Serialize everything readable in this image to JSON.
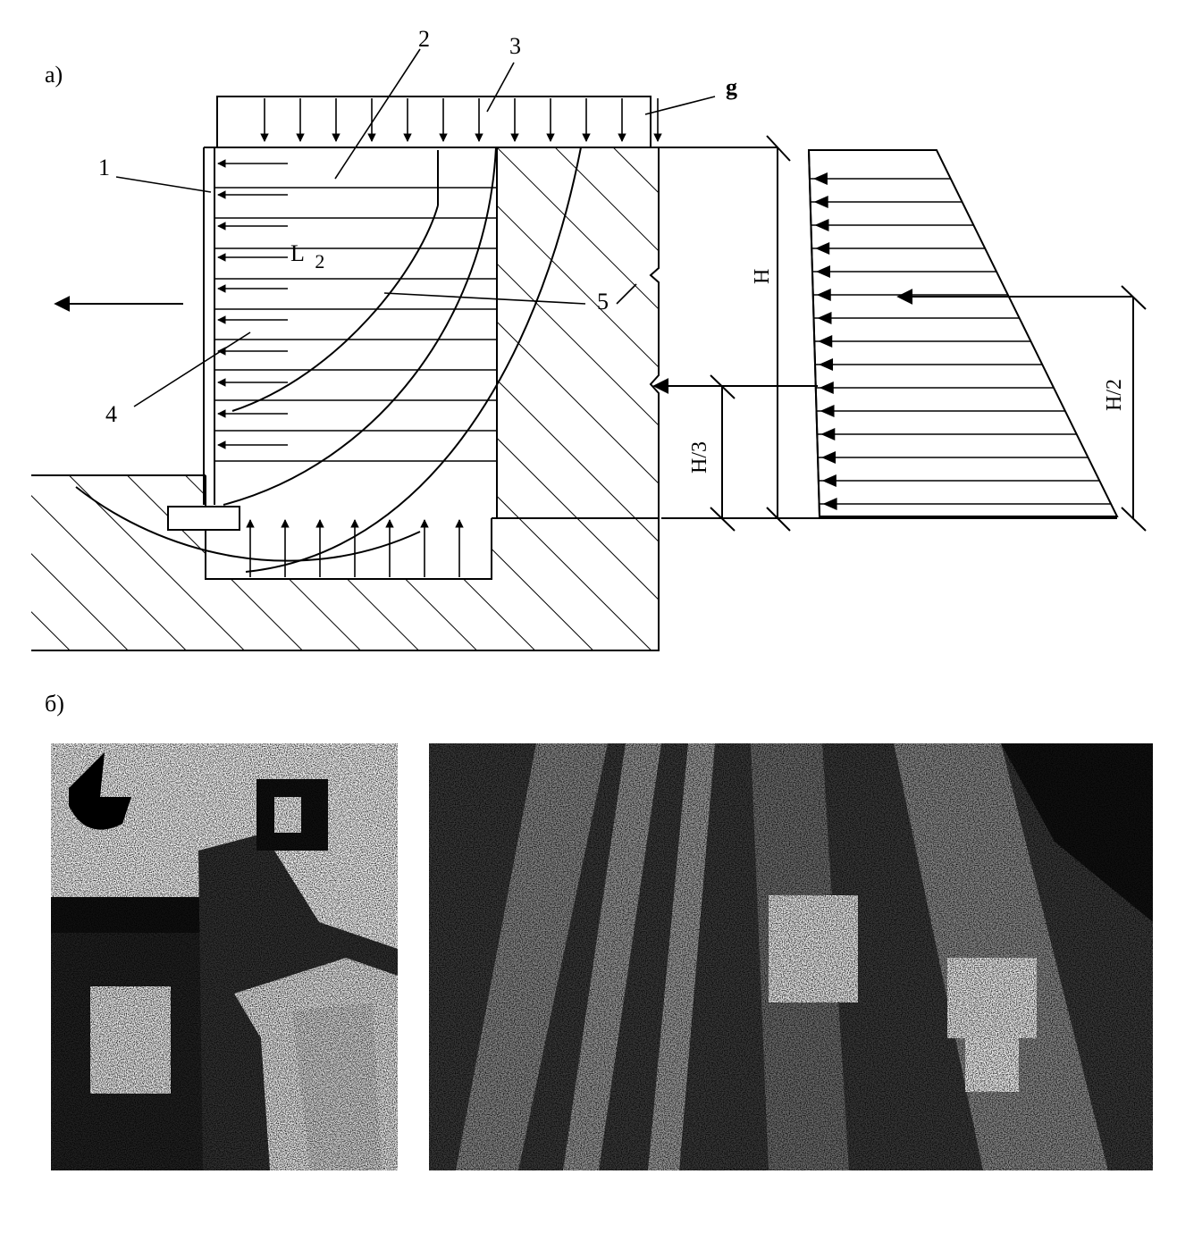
{
  "figure": {
    "panel_a_label": "а)",
    "panel_b_label": "б)"
  },
  "diagram": {
    "callouts": [
      "1",
      "2",
      "3",
      "4",
      "5"
    ],
    "surcharge_label": "g",
    "strip_length_label": "L",
    "strip_length_subscript": "2",
    "dimension_height": "H",
    "dimension_third": "H/3",
    "dimension_half": "H/2"
  },
  "photos": {
    "left": "construction-site-photo",
    "right": "reinforcement-strips-photo"
  },
  "colors": {
    "ink": "#000000",
    "paper": "#ffffff"
  }
}
